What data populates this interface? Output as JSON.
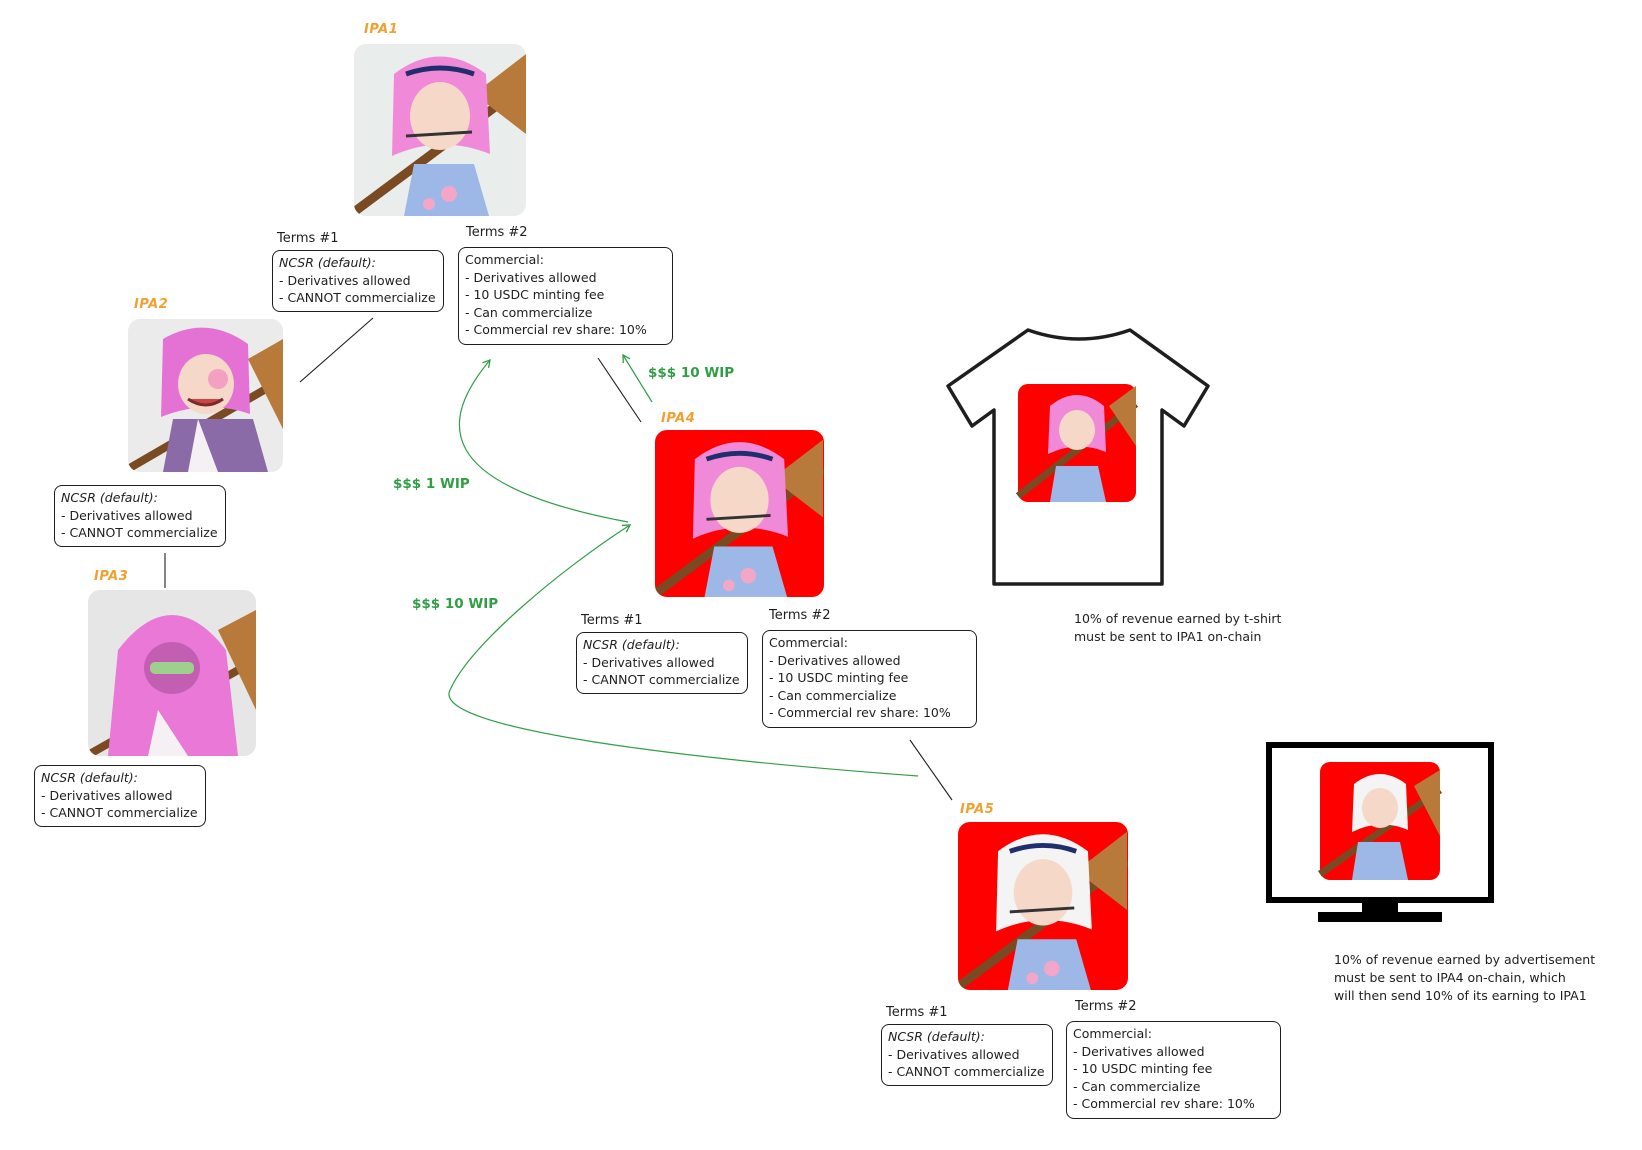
{
  "ip_assets": [
    {
      "id": "ipa1",
      "label": "IPA1",
      "variant": "pink",
      "background": "#e9eeec"
    },
    {
      "id": "ipa2",
      "label": "IPA2",
      "variant": "pink-child",
      "background": "#ebebeb"
    },
    {
      "id": "ipa3",
      "label": "IPA3",
      "variant": "hooded",
      "background": "#e6e6e6"
    },
    {
      "id": "ipa4",
      "label": "IPA4",
      "variant": "pink",
      "background": "#ff0000"
    },
    {
      "id": "ipa5",
      "label": "IPA5",
      "variant": "white",
      "background": "#ff0000"
    }
  ],
  "terms": {
    "title_1": "Terms #1",
    "title_2": "Terms #2",
    "ncsr": {
      "heading": "NCSR (default):",
      "lines": [
        "- Derivatives allowed",
        "- CANNOT commercialize"
      ]
    },
    "commercial": {
      "heading": "Commercial:",
      "lines": [
        "- Derivatives allowed",
        "- 10 USDC minting fee",
        "- Can commercialize",
        "- Commercial rev share: 10%"
      ]
    }
  },
  "flows": {
    "ipa4_to_ipa1": "$$$ 10 WIP",
    "ipa5_to_ipa1": "$$$ 1 WIP",
    "ipa5_to_ipa4": "$$$ 10 WIP"
  },
  "products": {
    "tshirt_note": [
      "10% of revenue earned by t-shirt",
      "must be sent to IPA1 on-chain"
    ],
    "ad_note": [
      "10% of revenue earned by advertisement",
      "must be sent to IPA4 on-chain, which",
      "will then send 10% of its earning to IPA1"
    ]
  },
  "colors": {
    "label": "#f0a030",
    "flow": "#2f9e44",
    "stroke": "#1e1e1e",
    "red_bg": "#ff0000"
  }
}
